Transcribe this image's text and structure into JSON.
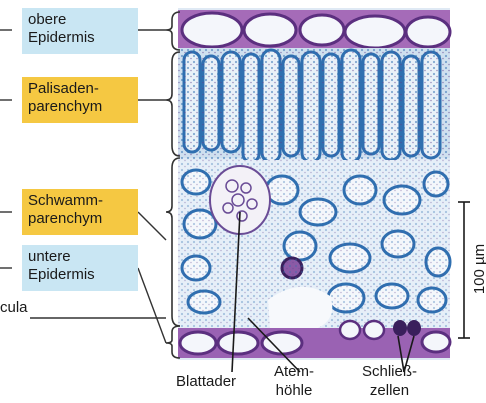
{
  "labels": {
    "obere_epidermis": [
      "obere",
      "Epidermis"
    ],
    "palisaden": [
      "Palisaden-",
      "parenchym"
    ],
    "schwamm": [
      "Schwamm-",
      "parenchym"
    ],
    "untere_epidermis": [
      "untere",
      "Epidermis"
    ],
    "cuticula_partial": "cula",
    "blattader": "Blattader",
    "atemhoehle": [
      "Atem-",
      "höhle"
    ],
    "schliesszellen": [
      "Schließ-",
      "zellen"
    ],
    "scale": "100 µm"
  },
  "colors": {
    "blue_label": "#c9e6f3",
    "yellow_label": "#f5c842",
    "cell_blue": "#3f8ec8",
    "cell_purple": "#5b2f7f",
    "cell_light": "#e8f1f8"
  }
}
